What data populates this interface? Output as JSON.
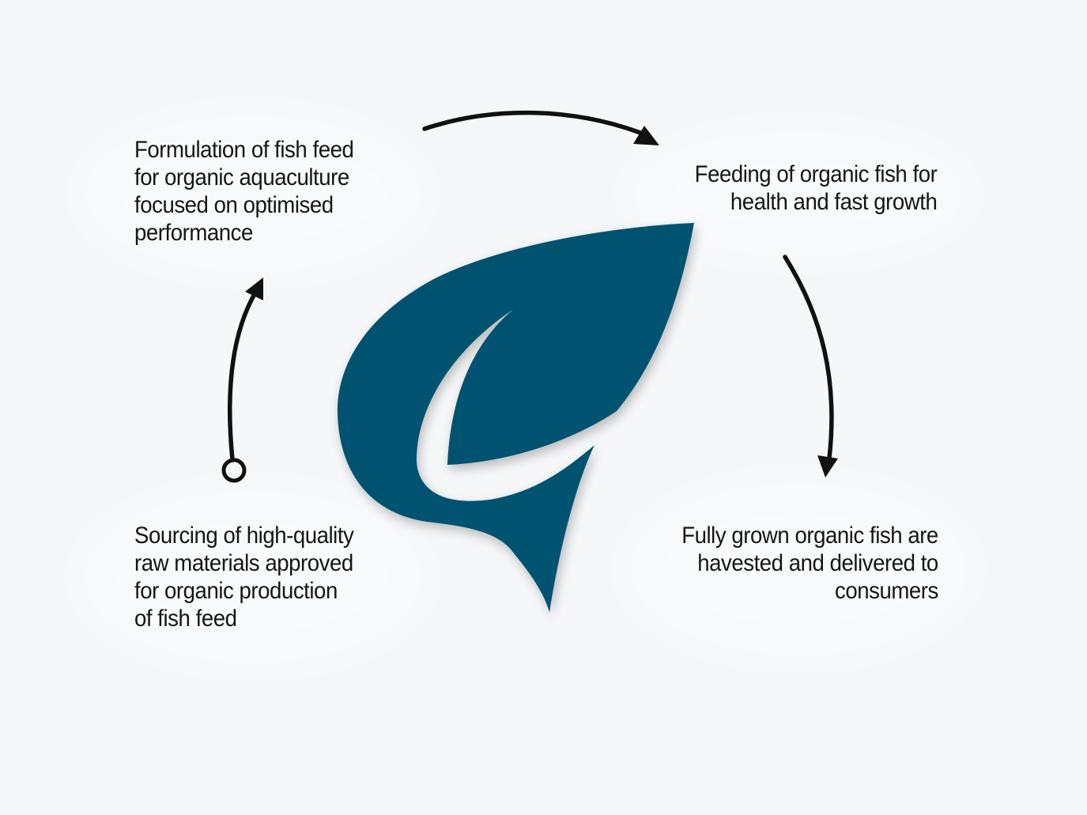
{
  "diagram": {
    "type": "cycle",
    "logo": {
      "name": "fish-leaf-logo",
      "color": "#05526f"
    },
    "arrow_color": "#111111",
    "steps": [
      {
        "id": "formulation",
        "lines": [
          "Formulation of fish feed",
          "for organic aquaculture",
          "focused on optimised",
          "performance"
        ]
      },
      {
        "id": "feeding",
        "lines": [
          "Feeding of organic fish for",
          "health and fast growth"
        ]
      },
      {
        "id": "harvest",
        "lines": [
          "Fully grown organic fish are",
          "havested and delivered to",
          "consumers"
        ]
      },
      {
        "id": "sourcing",
        "lines": [
          "Sourcing of high-quality",
          "raw materials approved",
          "for organic production",
          "of fish feed"
        ]
      }
    ]
  }
}
